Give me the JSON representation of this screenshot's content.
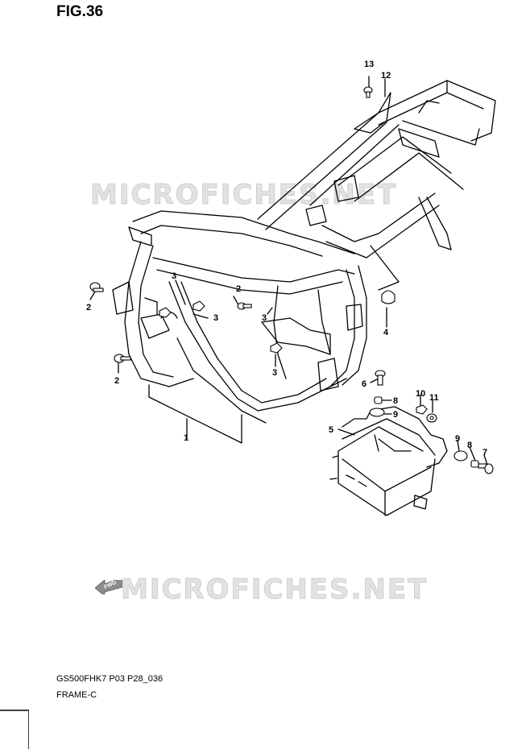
{
  "figure": {
    "title": "FIG.36",
    "code": "GS500FHK7 P03 P28_036",
    "name": "FRAME-C"
  },
  "watermark": {
    "text": "MICROFICHES.NET",
    "color": "#d9d9d9"
  },
  "fwd_label": "FWD",
  "callouts": [
    "13",
    "12",
    "2",
    "3",
    "3",
    "2",
    "3",
    "2",
    "3",
    "4",
    "6",
    "8",
    "9",
    "10",
    "11",
    "5",
    "9",
    "8",
    "7",
    "1"
  ]
}
